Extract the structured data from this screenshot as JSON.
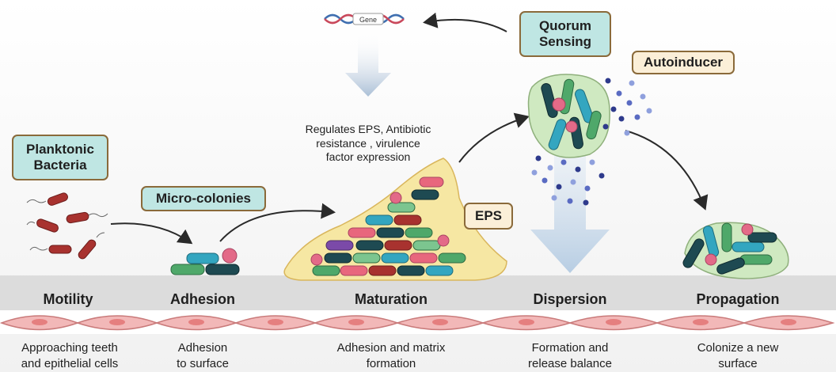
{
  "labels": {
    "planktonic": "Planktonic\nBacteria",
    "microcolonies": "Micro-colonies",
    "quorum": "Quorum\nSensing",
    "autoinducer": "Autoinducer",
    "eps": "EPS",
    "gene": "Gene",
    "regulates": "Regulates EPS, Antibiotic\nresistance , virulence\nfactor expression"
  },
  "stages": [
    {
      "name": "Motility",
      "caption": "Approaching teeth\nand epithelial cells"
    },
    {
      "name": "Adhesion",
      "caption": "Adhesion\nto surface"
    },
    {
      "name": "Maturation",
      "caption": "Adhesion and matrix\nformation"
    },
    {
      "name": "Dispersion",
      "caption": "Formation and\nrelease balance"
    },
    {
      "name": "Propagation",
      "caption": "Colonize a new\nsurface"
    }
  ],
  "colors": {
    "teal_box": "#bfe6e3",
    "cream_box": "#fbefd8",
    "box_border": "#8a6a3a",
    "eps_matrix": "#f6e7a3",
    "cell_pink": "#f2b8b8",
    "surface_gray": "#dcdcdc",
    "arrow_blue": "#b7c9dd"
  }
}
